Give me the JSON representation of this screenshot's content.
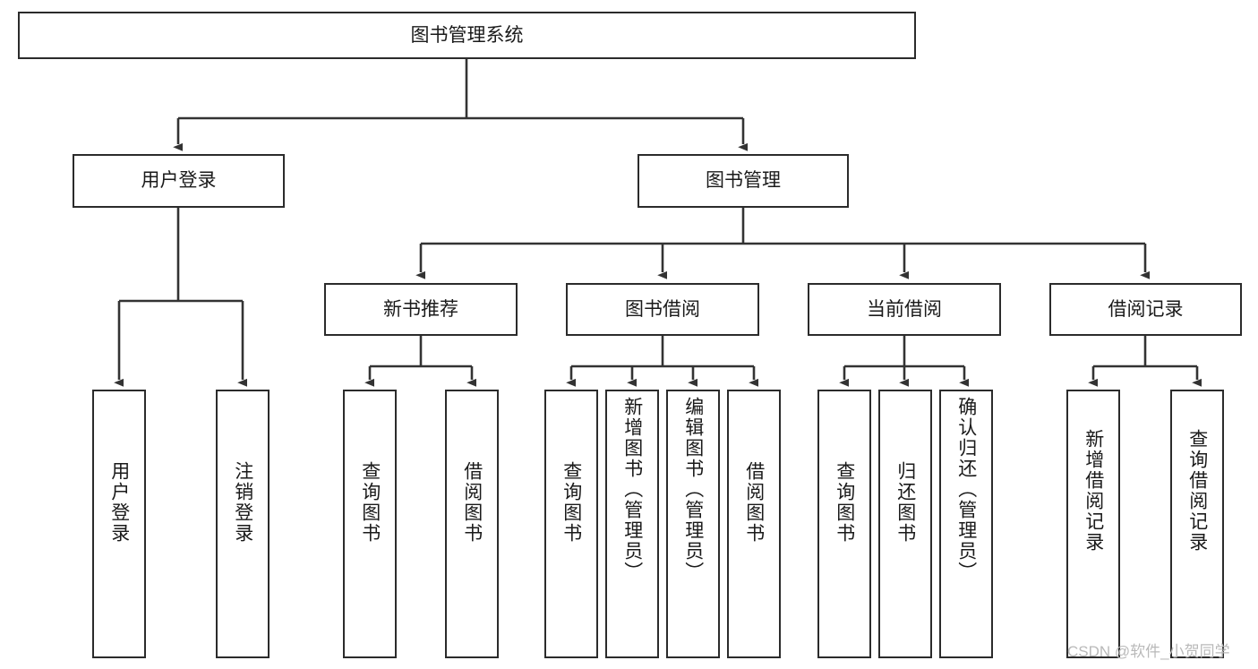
{
  "diagram": {
    "type": "tree-hierarchy",
    "title": "图书管理系统",
    "watermark": "CSDN @软件_小贺同学",
    "colors": {
      "box_border": "#2b2b2b",
      "box_fill": "#ffffff",
      "connector": "#333333",
      "text": "#1a1a1a",
      "watermark": "#b9b9b9",
      "background": "#ffffff"
    },
    "nodes": {
      "root": {
        "label": "图书管理系统"
      },
      "level2": [
        {
          "id": "user-login",
          "label": "用户登录"
        },
        {
          "id": "book-manage",
          "label": "图书管理"
        }
      ],
      "level3": [
        {
          "id": "new-book-recommend",
          "label": "新书推荐"
        },
        {
          "id": "book-borrow",
          "label": "图书借阅"
        },
        {
          "id": "current-borrow",
          "label": "当前借阅"
        },
        {
          "id": "borrow-record",
          "label": "借阅记录"
        }
      ],
      "leaves": {
        "user-login": [
          {
            "id": "leaf-user-login",
            "label": "用户登录"
          },
          {
            "id": "leaf-logout",
            "label": "注销登录"
          }
        ],
        "new-book-recommend": [
          {
            "id": "leaf-query-book-1",
            "label": "查询图书"
          },
          {
            "id": "leaf-borrow-book-1",
            "label": "借阅图书"
          }
        ],
        "book-borrow": [
          {
            "id": "leaf-query-book-2",
            "label": "查询图书"
          },
          {
            "id": "leaf-add-book",
            "label": "新增图书（管理员）"
          },
          {
            "id": "leaf-edit-book",
            "label": "编辑图书（管理员）"
          },
          {
            "id": "leaf-borrow-book-2",
            "label": "借阅图书"
          }
        ],
        "current-borrow": [
          {
            "id": "leaf-query-book-3",
            "label": "查询图书"
          },
          {
            "id": "leaf-return-book",
            "label": "归还图书"
          },
          {
            "id": "leaf-confirm-return",
            "label": "确认归还（管理员）"
          }
        ],
        "borrow-record": [
          {
            "id": "leaf-add-record",
            "label": "新增借阅记录"
          },
          {
            "id": "leaf-query-record",
            "label": "查询借阅记录"
          }
        ]
      }
    }
  }
}
